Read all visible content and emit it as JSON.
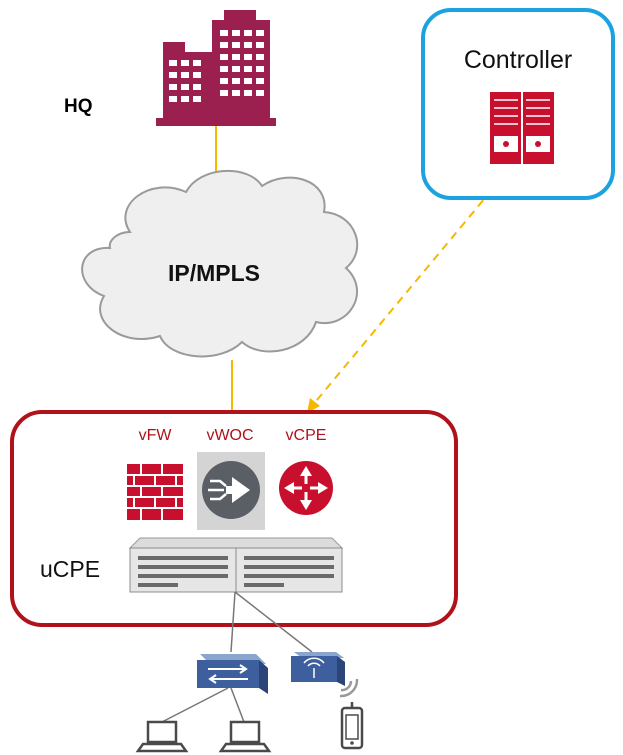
{
  "labels": {
    "hq": "HQ",
    "controller": "Controller",
    "network": "IP/MPLS",
    "vfw": "vFW",
    "vwoc": "vWOC",
    "vcpe": "vCPE",
    "ucpe": "uCPE"
  },
  "colors": {
    "building": "#9b1f4f",
    "controller_border": "#1aa3e0",
    "ucpe_border": "#b0121b",
    "vnf_red": "#c8102e",
    "label_red": "#b0121b",
    "hq_link": "#f5b800",
    "controller_link": "#f5b800",
    "cloud_fill": "#efefef",
    "cloud_stroke": "#9a9a9a",
    "device_blue": "#3d5f9e"
  }
}
